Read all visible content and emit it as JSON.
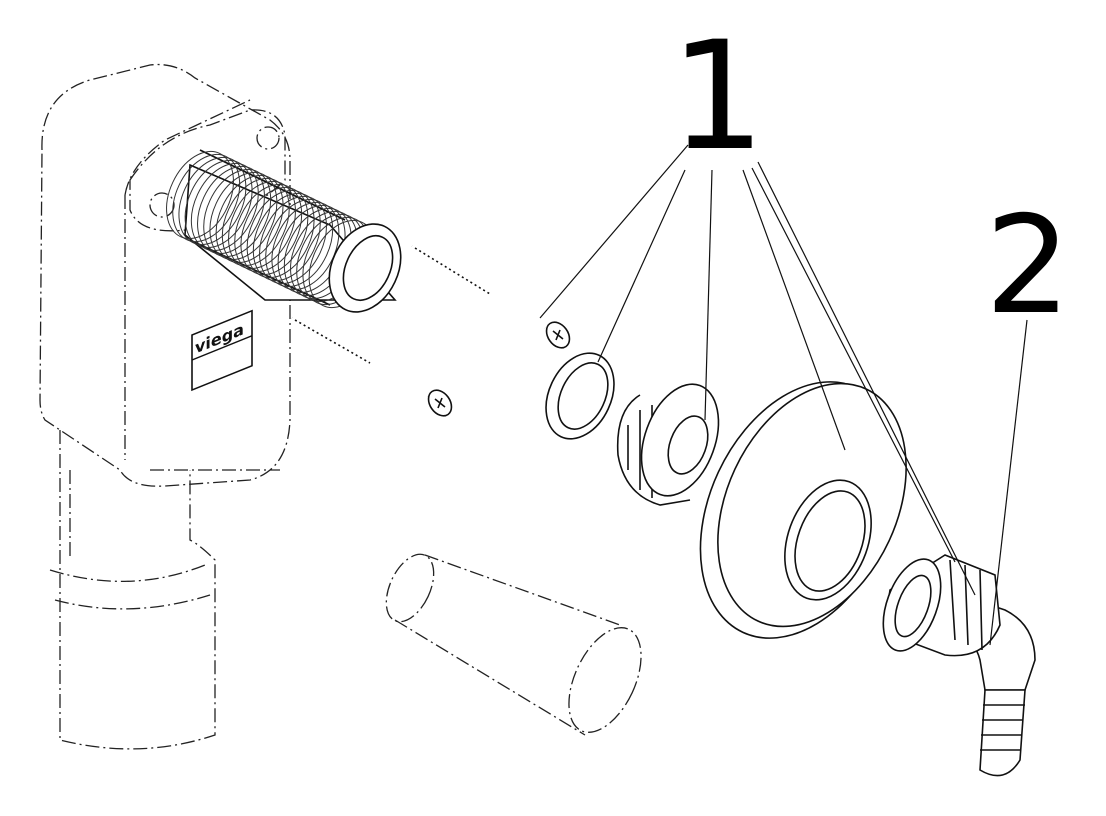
{
  "diagram": {
    "callouts": [
      {
        "label": "1"
      },
      {
        "label": "2"
      }
    ],
    "logo_text": "viega"
  }
}
